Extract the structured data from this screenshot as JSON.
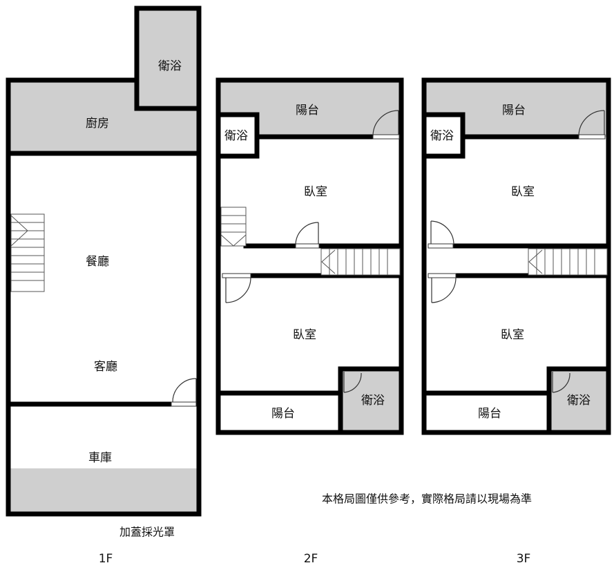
{
  "floors": {
    "f1": {
      "label": "1F",
      "rooms": {
        "bath": "衛浴",
        "kitchen": "廚房",
        "dining": "餐廳",
        "living": "客廳",
        "garage": "車庫"
      },
      "skylight_note": "加蓋採光罩"
    },
    "f2": {
      "label": "2F",
      "rooms": {
        "balcony_top": "陽台",
        "bath_top": "衛浴",
        "bedroom_top": "臥室",
        "bedroom_bottom": "臥室",
        "balcony_bottom": "陽台",
        "bath_bottom": "衛浴"
      }
    },
    "f3": {
      "label": "3F",
      "rooms": {
        "balcony_top": "陽台",
        "bath_top": "衛浴",
        "bedroom_top": "臥室",
        "bedroom_bottom": "臥室",
        "balcony_bottom": "陽台",
        "bath_bottom": "衛浴"
      }
    }
  },
  "disclaimer": "本格局圖僅供參考，實際格局請以現場為準"
}
